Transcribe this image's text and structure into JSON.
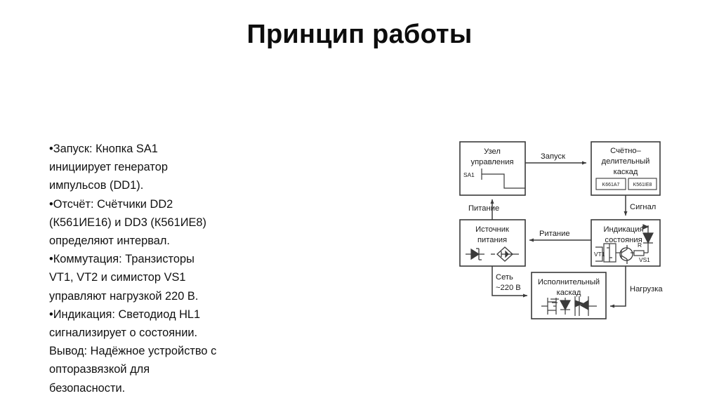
{
  "slide": {
    "title": "Принцип работы"
  },
  "body_text": {
    "lines": [
      "•Запуск: Кнопка SA1",
      "инициирует генератор",
      "импульсов (DD1).",
      "•Отсчёт: Счётчики DD2",
      "(К561ИЕ16) и DD3 (К561ИЕ8)",
      "определяют интервал.",
      "•Коммутация: Транзисторы",
      "VT1, VT2 и симистор VS1",
      "управляют нагрузкой 220 В.",
      "•Индикация: Светодиод HL1",
      "сигнализирует о состоянии.",
      "Вывод: Надёжное устройство с",
      "опторазвязкой для",
      "безопасности."
    ]
  },
  "diagram": {
    "blocks": {
      "control_unit": {
        "line1": "Узел",
        "line2": "управления",
        "switch_label": "SA1"
      },
      "counter_divider": {
        "line1": "Счётно–",
        "line2": "делительный",
        "line3": "каскад",
        "chip1": "K661A7",
        "chip2": "K561IE8"
      },
      "power_supply": {
        "line1": "Источник",
        "line2": "питания"
      },
      "status_indication": {
        "line1": "Индикация",
        "line2": "состояния",
        "transistor_label": "VT1",
        "resistor_label": "R",
        "triac_label": "VS1"
      },
      "executive_stage": {
        "line1": "Исполнительный",
        "line2": "каскад"
      }
    },
    "edges": {
      "start": "Запуск",
      "signal": "Сигнал",
      "supply_up": "Питание",
      "supply_in": "Ритание",
      "mains_line1": "Сеть",
      "mains_line2": "~220 В",
      "load": "Нагрузка"
    }
  },
  "colors": {
    "background": "#ffffff",
    "text": "#111111",
    "line": "#3a3a3a"
  }
}
